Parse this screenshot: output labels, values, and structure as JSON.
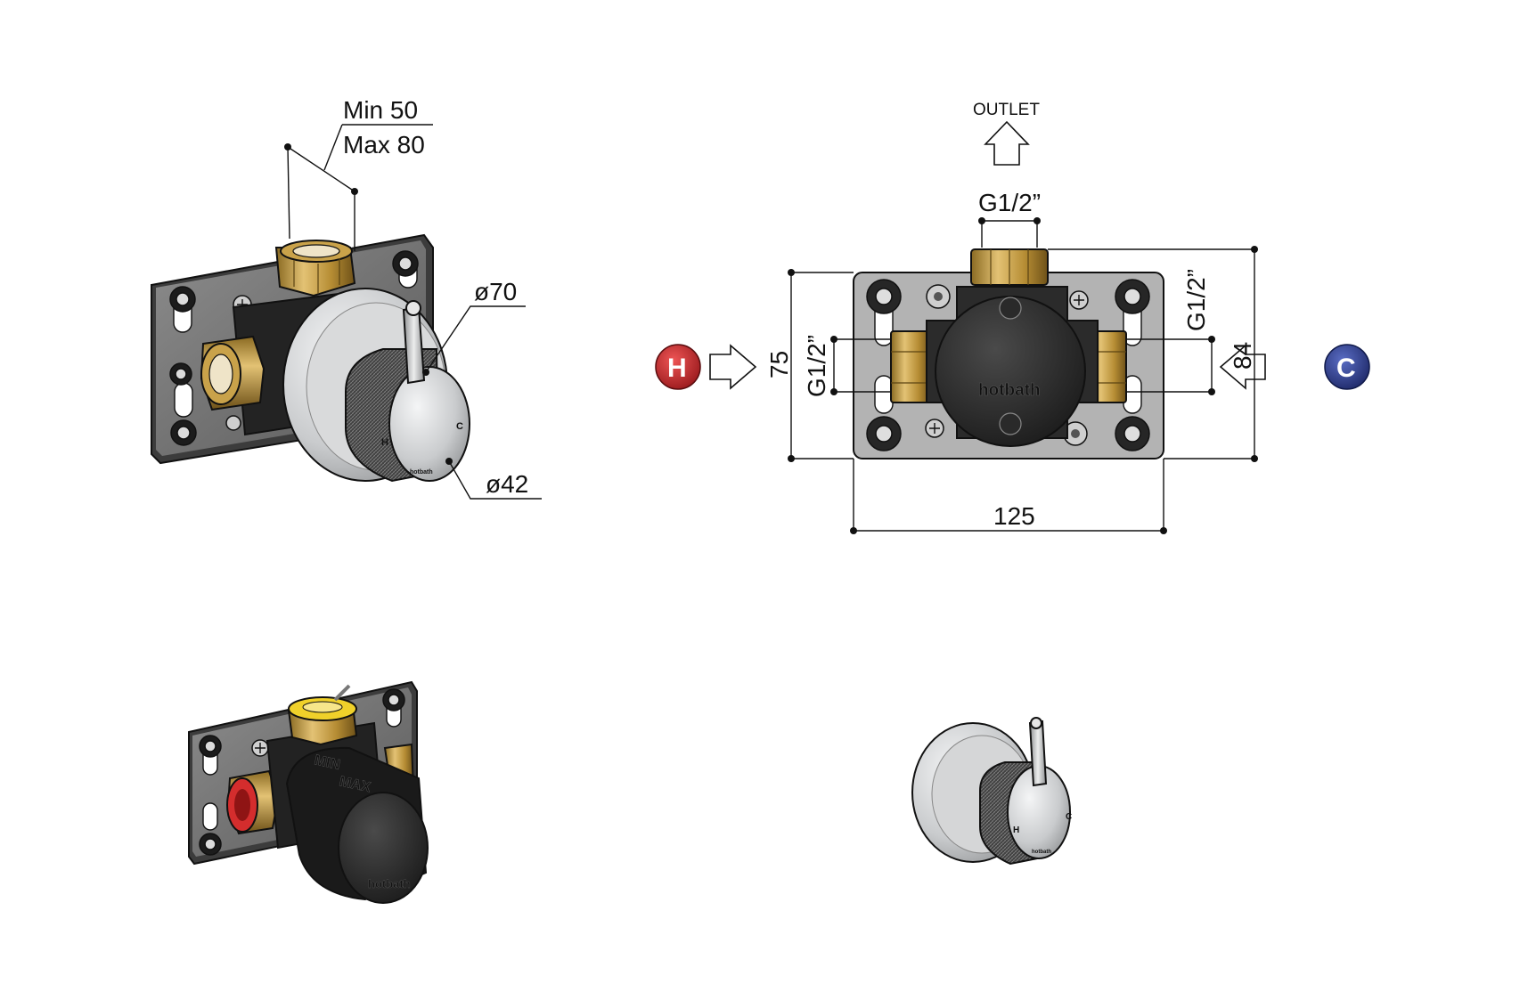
{
  "view_side": {
    "depth_min": "Min 50",
    "depth_max": "Max 80",
    "diameter_plate": "ø70",
    "diameter_knob": "ø42",
    "knob_marks": {
      "hot": "H",
      "cold": "C",
      "brand": "hotbath"
    }
  },
  "view_front": {
    "outlet_label": "OUTLET",
    "thread_top": "G1/2”",
    "thread_left": "G1/2”",
    "thread_right": "G1/2”",
    "height_inner": "75",
    "height_outer": "84",
    "width": "125",
    "hot_badge": "H",
    "cold_badge": "C",
    "brand": "hotbath"
  },
  "view_body": {
    "label_min": "MIN",
    "label_max": "MAX",
    "brand": "hotbath"
  },
  "view_trim": {
    "knob_marks": {
      "hot": "H",
      "cold": "C",
      "brand": "hotbath"
    }
  },
  "colors": {
    "hot": "#c0282b",
    "cold": "#2f3f8f",
    "brass": "#c9a24a",
    "plate": "#b8b8b8",
    "body": "#2a2a2a",
    "chrome": "#d4d6d8"
  }
}
